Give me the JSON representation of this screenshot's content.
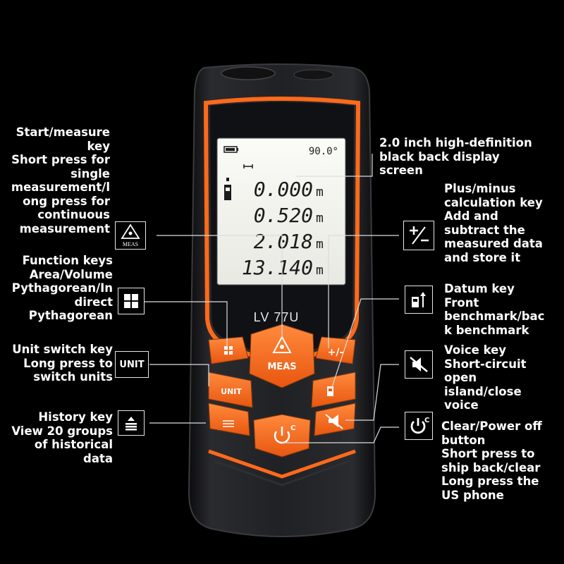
{
  "device": {
    "model": "LV 77U",
    "display": {
      "angle": "90.0°",
      "readings": [
        {
          "value": "0.000",
          "unit": "m"
        },
        {
          "value": "0.520",
          "unit": "m"
        },
        {
          "value": "2.018",
          "unit": "m"
        },
        {
          "value": "13.140",
          "unit": "m"
        }
      ]
    },
    "keys": {
      "meas": "MEAS",
      "unit": "UNIT",
      "plus_minus": "+/-",
      "clear_power": "C"
    }
  },
  "callouts": {
    "measure": "Start/measure\nkey\nShort press for\nsingle\nmeasurement/l\nong press for\ncontinuous\nmeasurement",
    "function": "Function keys\nArea/Volume\nPythagorean/In\ndirect\nPythagorean",
    "unit": "Unit switch key\nLong press to\nswitch units",
    "history": "History key\nView 20 groups\nof historical\ndata",
    "display": "2.0 inch high-definition\nblack back display\nscreen",
    "plusminus": "Plus/minus\ncalculation key\nAdd and\nsubtract the\nmeasured data\nand store it",
    "datum": "Datum key\nFront\nbenchmark/bac\nk benchmark",
    "voice": "Voice key\nShort-circuit\nopen\nisland/close\nvoice",
    "clear": "Clear/Power off\nbutton\nShort press to\nship back/clear\nLong press the\nUS phone"
  },
  "icon_labels": {
    "meas_icon_text": "MEAS",
    "unit_icon_text": "UNIT"
  },
  "colors": {
    "accent": "#ff6a1a",
    "accent_dark": "#c94a0d",
    "body": "#1c1d20",
    "screen_bg": "#f3f3ef",
    "background": "#000000"
  }
}
